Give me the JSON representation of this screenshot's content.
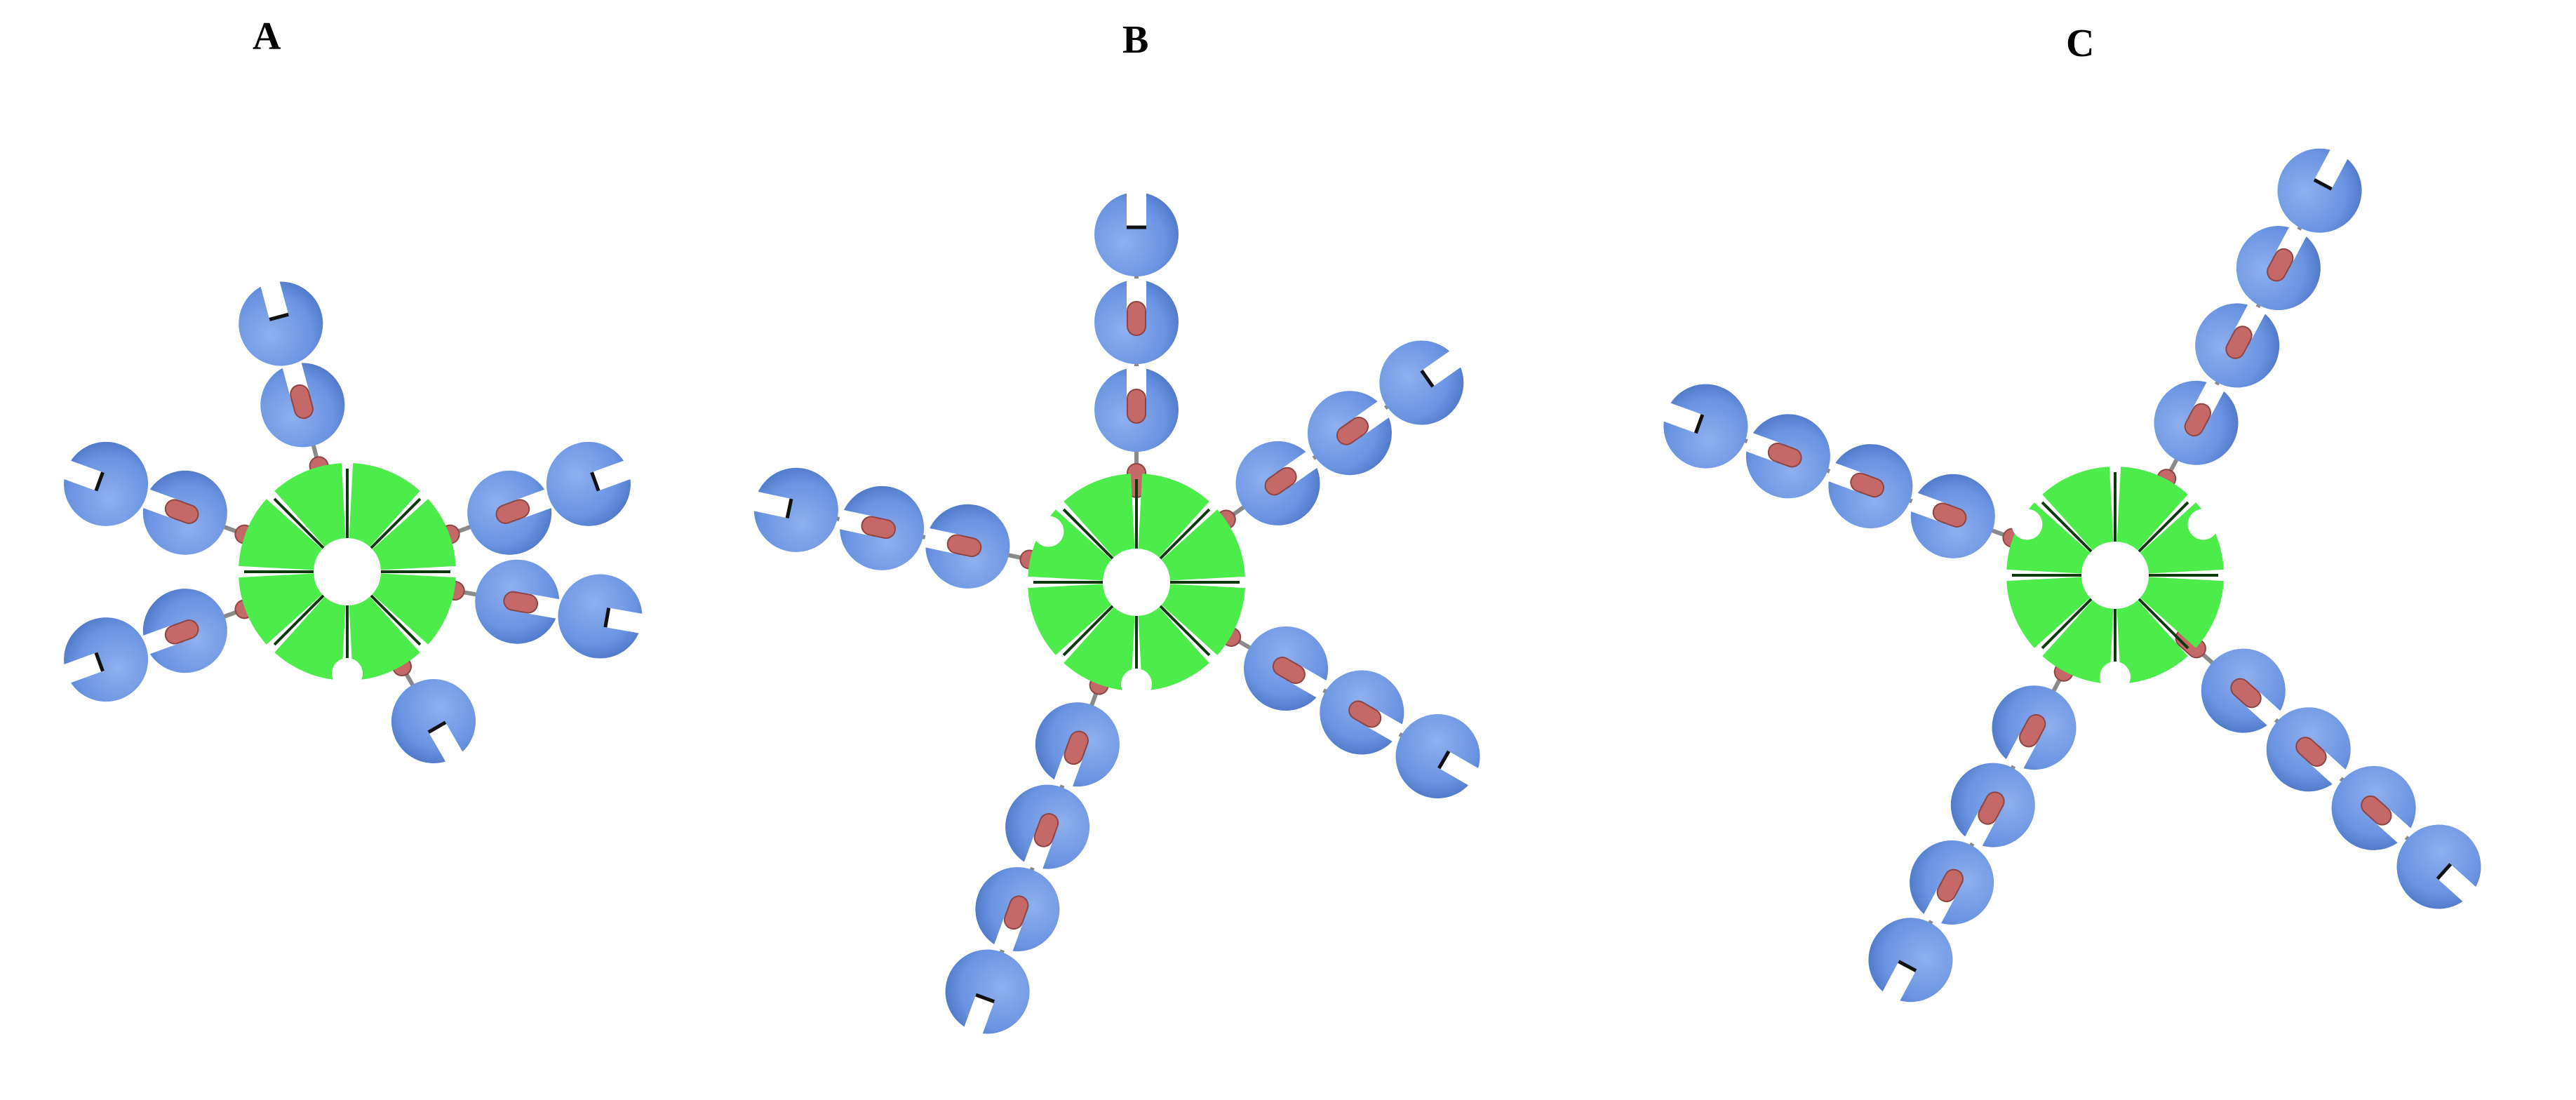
{
  "panels": [
    {
      "label": "A",
      "hub_grooves": 1,
      "arms": [
        {
          "beads": 2
        },
        {
          "beads": 2
        },
        {
          "beads": 2
        },
        {
          "beads": 1
        },
        {
          "beads": 2
        },
        {
          "beads": 2
        }
      ]
    },
    {
      "label": "B",
      "hub_grooves": 2,
      "arms": [
        {
          "beads": 3
        },
        {
          "beads": 3
        },
        {
          "beads": 3
        },
        {
          "beads": 4
        },
        {
          "beads": 3
        }
      ]
    },
    {
      "label": "C",
      "hub_grooves": 3,
      "arms": [
        {
          "beads": 4
        },
        {
          "beads": 4
        },
        {
          "beads": 4
        },
        {
          "beads": 4
        }
      ]
    }
  ],
  "colors": {
    "bead": "#6a93e2",
    "bead_shade": "#4f78c8",
    "hub": "#4cec4a",
    "hub_line": "#0d3a0d",
    "linker": "#c46868",
    "tether": "#8a8a8a",
    "notch": "#111111"
  }
}
